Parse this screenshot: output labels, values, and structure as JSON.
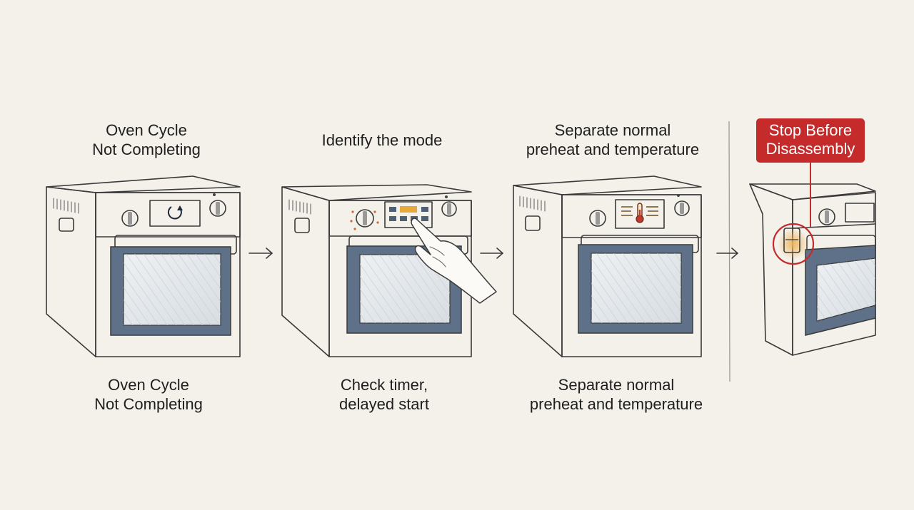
{
  "steps": [
    {
      "top_label": [
        "Oven Cycle",
        "Not Completing"
      ],
      "bottom_label": [
        "Oven Cycle",
        "Not Completing"
      ]
    },
    {
      "top_label": [
        "Identify the mode"
      ],
      "bottom_label": [
        "Check timer,",
        "delayed start"
      ]
    },
    {
      "top_label": [
        "Separate normal",
        "preheat and temperature"
      ],
      "bottom_label": [
        "Separate normal",
        "preheat and temperature"
      ]
    }
  ],
  "warning": {
    "label": [
      "Stop Before",
      "Disassembly"
    ],
    "color": "#c62b2b"
  },
  "icons": [
    "refresh-icon",
    "thermometer-icon",
    "pointing-hand-icon",
    "arrow-right-icon",
    "warning-circle-icon"
  ],
  "colors": {
    "background": "#f4f1ea",
    "door_frame": "#5f7188",
    "display_highlight": "#e8a93c",
    "warning_red": "#c62b2b"
  }
}
